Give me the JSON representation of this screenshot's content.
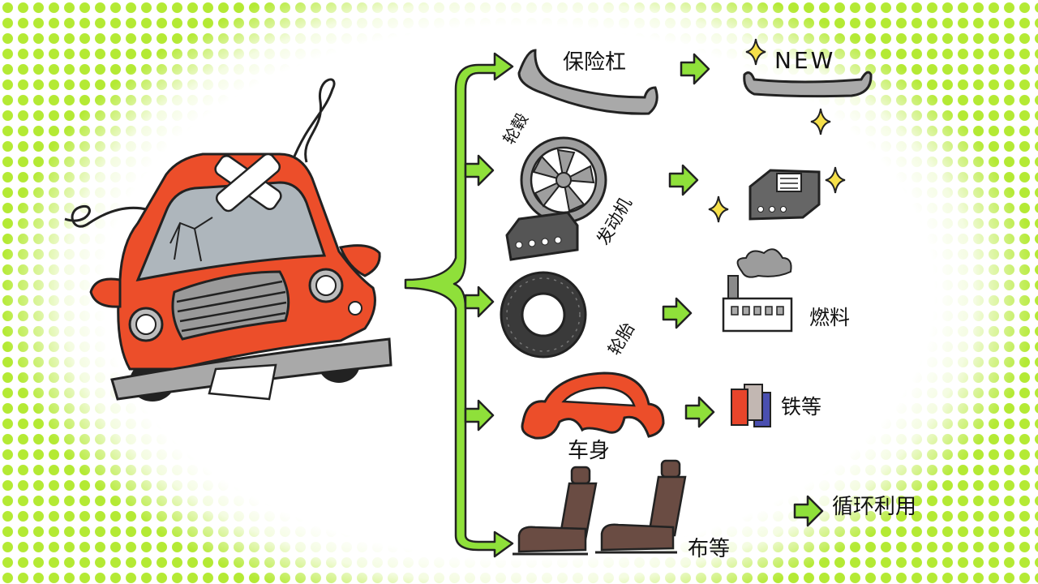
{
  "labels": {
    "bumper": "保险杠",
    "new": "NEW",
    "hub": "轮毂",
    "engine": "发动机",
    "tire": "轮胎",
    "fuel": "燃料",
    "body": "车身",
    "iron": "铁等",
    "cloth": "布等",
    "legend": "循环利用"
  },
  "colors": {
    "arrow": "#8fe03a",
    "car": "#ec4e2a",
    "gray": "#a9a9a9",
    "dark": "#555555",
    "seat": "#6a4c43"
  }
}
